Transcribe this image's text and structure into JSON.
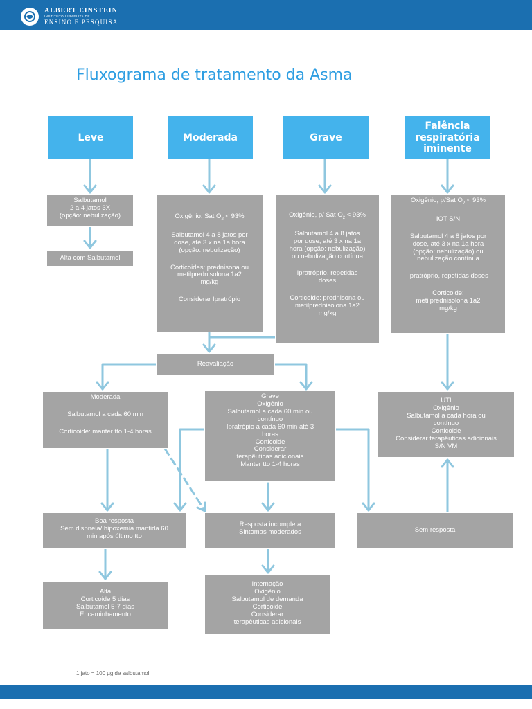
{
  "header": {
    "logo_line1": "ALBERT EINSTEIN",
    "logo_line2": "INSTITUTO ISRAELITA DE",
    "logo_line3": "ENSINO E PESQUISA"
  },
  "title": "Fluxograma de tratamento da Asma",
  "levels": {
    "leve": "Leve",
    "moderada": "Moderada",
    "grave": "Grave",
    "falencia": "Falência respiratória iminente"
  },
  "leve_box": {
    "l1": "Salbutamol",
    "l2": "2 a 4 jatos 3X",
    "l3": "(opção: nebulização)"
  },
  "alta_salbutamol": "Alta com Salbutamol",
  "moderada_box": {
    "o2_prefix": "Oxigênio, Sat O",
    "o2_sub": "2",
    "o2_suffix": " < 93%",
    "salb_l1": "Salbutamol 4 a 8 jatos por",
    "salb_l2": "dose, até 3 x na 1a hora",
    "salb_l3": "(opção: nebulização)",
    "cort_l1": "Corticoides: prednisona ou",
    "cort_l2": "metilprednisolona 1a2",
    "cort_l3": "mg/kg",
    "ipra": "Considerar Ipratrópio"
  },
  "grave_box": {
    "o2_prefix": "Oxigênio, p/ Sat O",
    "o2_sub": "2",
    "o2_suffix": " < 93%",
    "salb_l1": "Salbutamol 4 a 8 jatos",
    "salb_l2": "por dose, até 3 x na 1a",
    "salb_l3": "hora (opção: nebulização)",
    "salb_l4": "ou nebulização contínua",
    "ipra_l1": "Ipratróprio, repetidas",
    "ipra_l2": "doses",
    "cort_l1": "Corticoide: prednisona ou",
    "cort_l2": "metilprednisolona 1a2",
    "cort_l3": "mg/kg"
  },
  "falencia_box": {
    "o2_prefix": "Oxigênio, p/Sat O",
    "o2_sub": "2",
    "o2_suffix": " < 93%",
    "iot": "IOT S/N",
    "salb_l1": "Salbutamol 4 a 8 jatos por",
    "salb_l2": "dose, até 3 x na 1a hora",
    "salb_l3": "(opção: nebulização) ou",
    "salb_l4": "nebulização contínua",
    "ipra": "Ipratróprio, repetidas doses",
    "cort_l1": "Corticoide:",
    "cort_l2": "metilprednisolona 1a2",
    "cort_l3": "mg/kg"
  },
  "reavaliacao": "Reavaliação",
  "moderada2": {
    "title": "Moderada",
    "salb": "Salbutamol a cada 60 min",
    "cort": "Corticoide: manter tto 1-4 horas"
  },
  "grave2": {
    "l1": "Grave",
    "l2": "Oxigênio",
    "l3": "Salbutamol a cada 60 min ou",
    "l4": "contínuo",
    "l5": "Ipratrópio a cada 60 min até 3",
    "l6": "horas",
    "l7": "Corticoide",
    "l8": "Considerar",
    "l9": "terapêuticas adicionais",
    "l10": "Manter tto 1-4 horas"
  },
  "uti": {
    "l1": "UTI",
    "l2": "Oxigênio",
    "l3": "Salbutamol a cada hora ou",
    "l4": "contínuo",
    "l5": "Corticoide",
    "l6": "Considerar terapêuticas adicionais",
    "l7": "S/N VM"
  },
  "boa_resposta": {
    "l1": "Boa resposta",
    "l2": "Sem dispneia/ hipoxemia mantida 60",
    "l3": "min após último tto"
  },
  "resposta_incompleta": {
    "l1": "Resposta incompleta",
    "l2": "Sintomas moderados"
  },
  "sem_resposta": "Sem resposta",
  "alta": {
    "l1": "Alta",
    "l2": "Corticoide 5 dias",
    "l3": "Salbutamol 5-7 dias",
    "l4": "Encaminhamento"
  },
  "internacao": {
    "l1": "Internação",
    "l2": "Oxigênio",
    "l3": "Salbutamol de demanda",
    "l4": "Corticoide",
    "l5": "Considerar",
    "l6": "terapêuticas adicionais"
  },
  "footnote": "1 jato = 100 µg de salbutamol",
  "colors": {
    "header_bar": "#1b6fb0",
    "title": "#2e9ee2",
    "level_box": "#44b3ec",
    "step_box": "#a4a4a4",
    "arrow": "#8fc7df"
  }
}
